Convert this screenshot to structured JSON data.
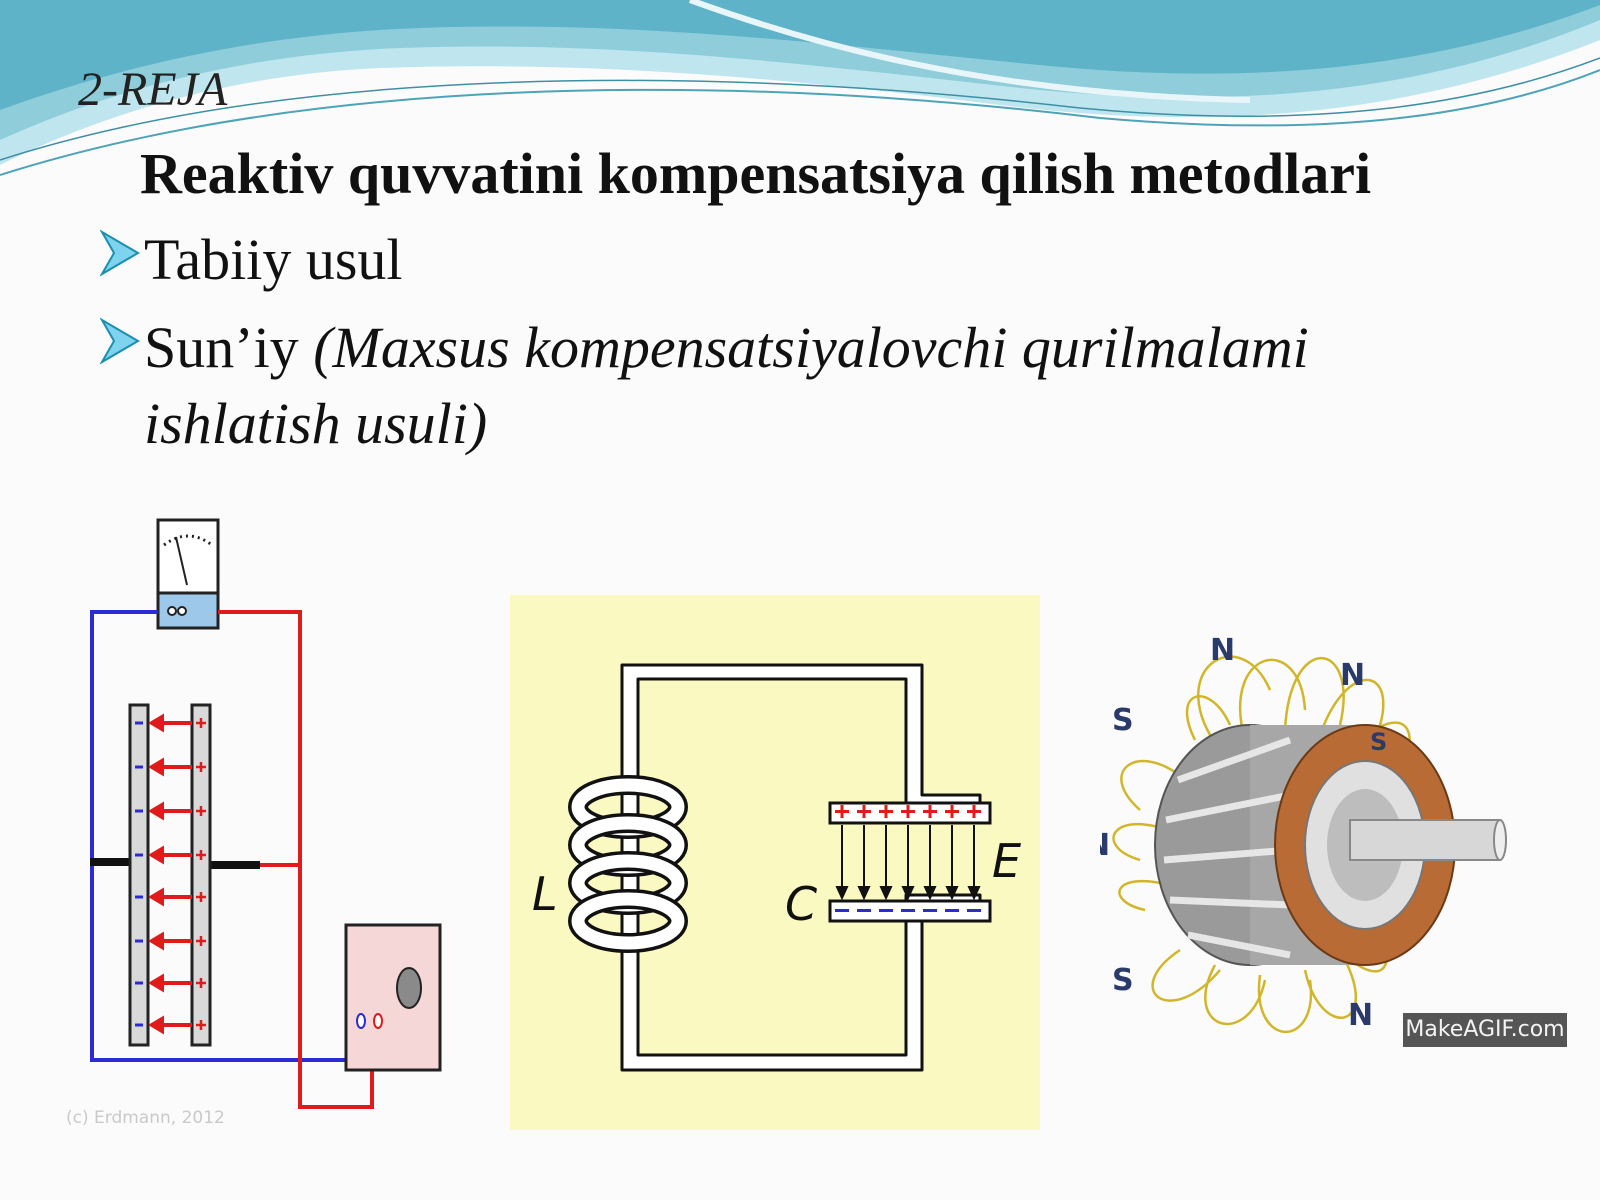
{
  "slide": {
    "label": "2-REJA",
    "title": "Reaktiv quvvatini kompensatsiya qilish metodlari",
    "bullets": [
      {
        "text": "Tabiiy usul"
      },
      {
        "text": "Sun’iy ",
        "italic_line1": "(Maxsus kompensatsiyalovchi qurilmalami",
        "italic_line2": "ishlatish usuli)"
      }
    ]
  },
  "figures": {
    "lc_circuit": {
      "inductor_label": "L",
      "capacitor_label": "C",
      "field_label": "E"
    },
    "rotor": {
      "pole_labels": [
        "N",
        "N",
        "S",
        "S",
        "N",
        "S",
        "N"
      ],
      "watermark": "MakeAGIF.com"
    },
    "capacitor_demo": {
      "credit": "(c) Erdmann, 2012"
    }
  },
  "colors": {
    "accent_blue": "#2b2bd6",
    "accent_red": "#e01b1b",
    "lc_background": "#fbf9c2",
    "wave": "#8fcdda"
  }
}
